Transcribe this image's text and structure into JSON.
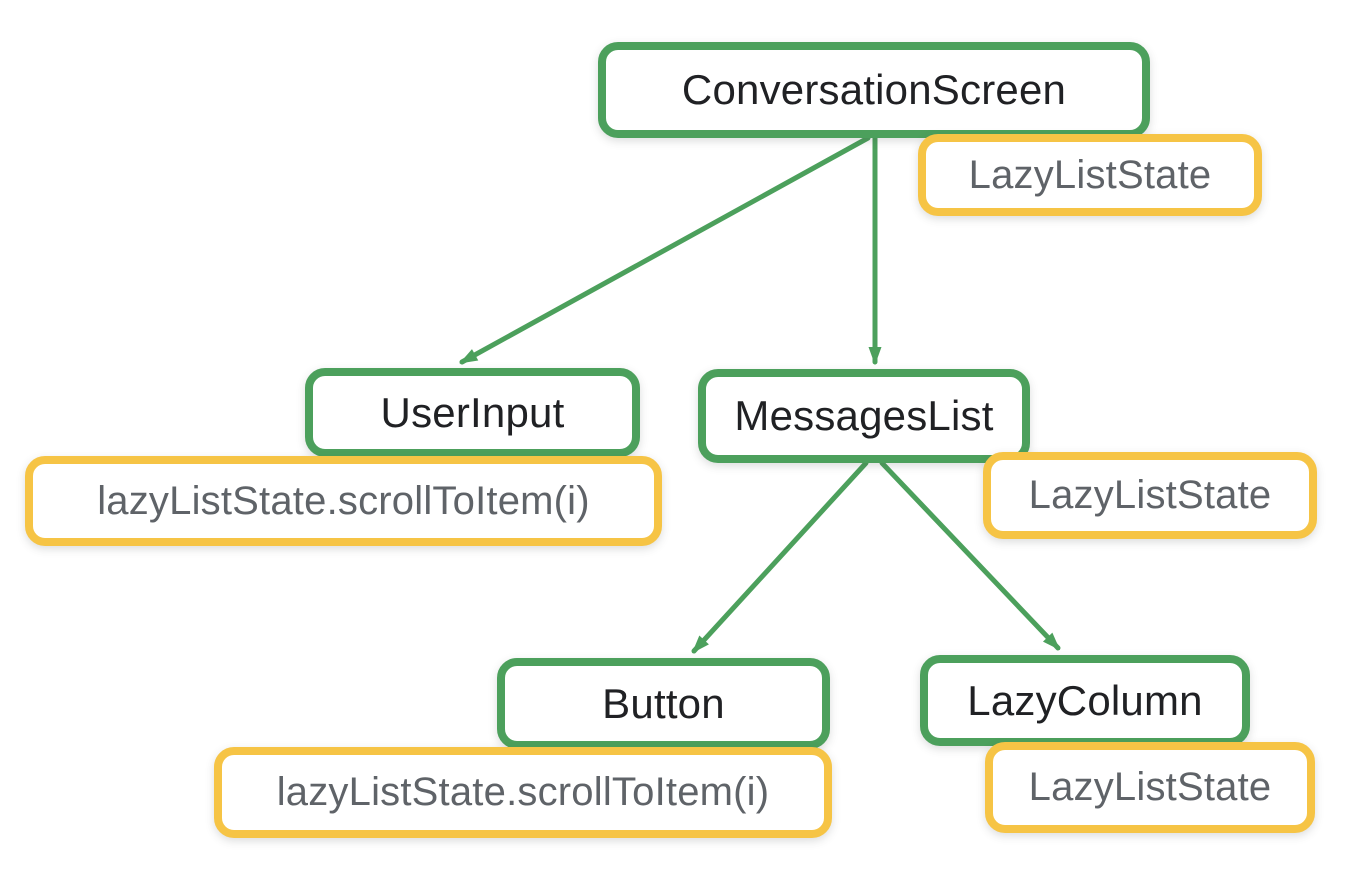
{
  "colors": {
    "node_border": "#4CA05C",
    "state_border": "#F6C445",
    "node_text": "#202124",
    "state_text": "#5F6368",
    "arrow": "#4CA05C",
    "bg": "#FFFFFF"
  },
  "diagram": {
    "type": "tree",
    "nodes": [
      {
        "id": "conversation-screen",
        "label": "ConversationScreen"
      },
      {
        "id": "user-input",
        "label": "UserInput"
      },
      {
        "id": "messages-list",
        "label": "MessagesList"
      },
      {
        "id": "button",
        "label": "Button"
      },
      {
        "id": "lazy-column",
        "label": "LazyColumn"
      }
    ],
    "states": [
      {
        "attached_to": "conversation-screen",
        "label": "LazyListState"
      },
      {
        "attached_to": "user-input",
        "label": "lazyListState.scrollToItem(i)"
      },
      {
        "attached_to": "messages-list",
        "label": "LazyListState"
      },
      {
        "attached_to": "button",
        "label": "lazyListState.scrollToItem(i)"
      },
      {
        "attached_to": "lazy-column",
        "label": "LazyListState"
      }
    ],
    "edges": [
      {
        "from": "conversation-screen",
        "to": "user-input"
      },
      {
        "from": "conversation-screen",
        "to": "messages-list"
      },
      {
        "from": "messages-list",
        "to": "button"
      },
      {
        "from": "messages-list",
        "to": "lazy-column"
      }
    ]
  }
}
